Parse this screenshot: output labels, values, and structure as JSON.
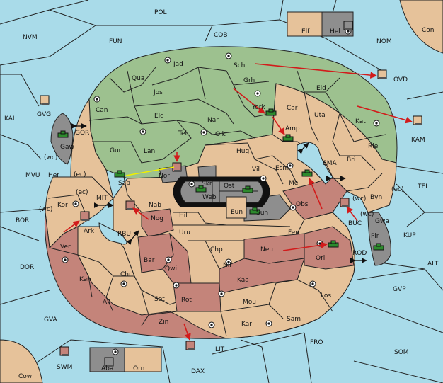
{
  "colors": {
    "sea": "#a9dbe9",
    "player_green": "#9dc18f",
    "player_tan": "#e6c29a",
    "player_red": "#c4847a",
    "neutral_grey": "#8e8e8e",
    "move_arrow": "#d21b1b",
    "support_arrow": "#f0f000"
  },
  "labels": {
    "POL": "POL",
    "NVM": "NVM",
    "FUN": "FUN",
    "COB": "COB",
    "NOM": "NOM",
    "Con": "Con",
    "Elf": "Elf",
    "Hel": "Hel",
    "OVD": "OVD",
    "KAL": "KAL",
    "GVG": "GVG",
    "KAM": "KAM",
    "MVU": "MVU",
    "TEI": "TEI",
    "BOR": "BOR",
    "KUP": "KUP",
    "DOR": "DOR",
    "ALT": "ALT",
    "GVP": "GVP",
    "GVA": "GVA",
    "FRO": "FRO",
    "SOM": "SOM",
    "SWM": "SWM",
    "LIT": "LIT",
    "DAX": "DAX",
    "Cow": "Cow",
    "Aba": "Aba",
    "Orn": "Orn",
    "Jad": "Jad",
    "Sch": "Sch",
    "Qua": "Qua",
    "Jos": "Jos",
    "Grh": "Grh",
    "Eld": "Eld",
    "Can": "Can",
    "York": "York",
    "Car": "Car",
    "Uta": "Uta",
    "Kat": "Kat",
    "Elc": "Elc",
    "Nar": "Nar",
    "Tel": "Tel",
    "Olk": "Olk",
    "Amp": "Amp",
    "Gaw": "Gaw",
    "GOR": "GOR",
    "Gur": "Gur",
    "Lan": "Lan",
    "Hug": "Hug",
    "Rie": "Rie",
    "Bri": "Bri",
    "wc1": "(wc)",
    "Her": "Her",
    "ec1": "(ec)",
    "Nor": "Nor",
    "Vil": "Vil",
    "Esm": "Esm",
    "SMA": "SMA",
    "Sap": "Sap",
    "Skr": "Skr",
    "Ost": "Ost",
    "Web": "Web",
    "Mel": "Mel",
    "ec2": "(ec)",
    "wc2": "(wc)",
    "Byn": "Byn",
    "ec3": "(ec)",
    "Kor": "Kor",
    "MIT": "MIT",
    "Nab": "Nab",
    "Eun": "Eun",
    "Obs": "Obs",
    "wc3": "(wc)",
    "Gwa": "Gwa",
    "wc4": "(wc)",
    "Hil": "Hil",
    "Sun": "Sun",
    "BUC": "BUC",
    "Ark": "Ark",
    "Nog": "Nog",
    "RBU": "RBU",
    "Uru": "Uru",
    "Feu": "Feu",
    "Pir": "Pir",
    "Ver": "Ver",
    "Chp": "Chp",
    "Neu": "Neu",
    "ROD": "ROD",
    "Bar": "Bar",
    "Qwi": "Qwi",
    "Orl": "Orl",
    "Nil": "Nil",
    "Ken": "Ken",
    "Chr": "Chr",
    "Kaa": "Kaa",
    "Los": "Los",
    "Ail": "Ail",
    "Sot": "Sot",
    "Rot": "Rot",
    "Mou": "Mou",
    "Zin": "Zin",
    "Kar": "Kar",
    "Sam": "Sam"
  }
}
